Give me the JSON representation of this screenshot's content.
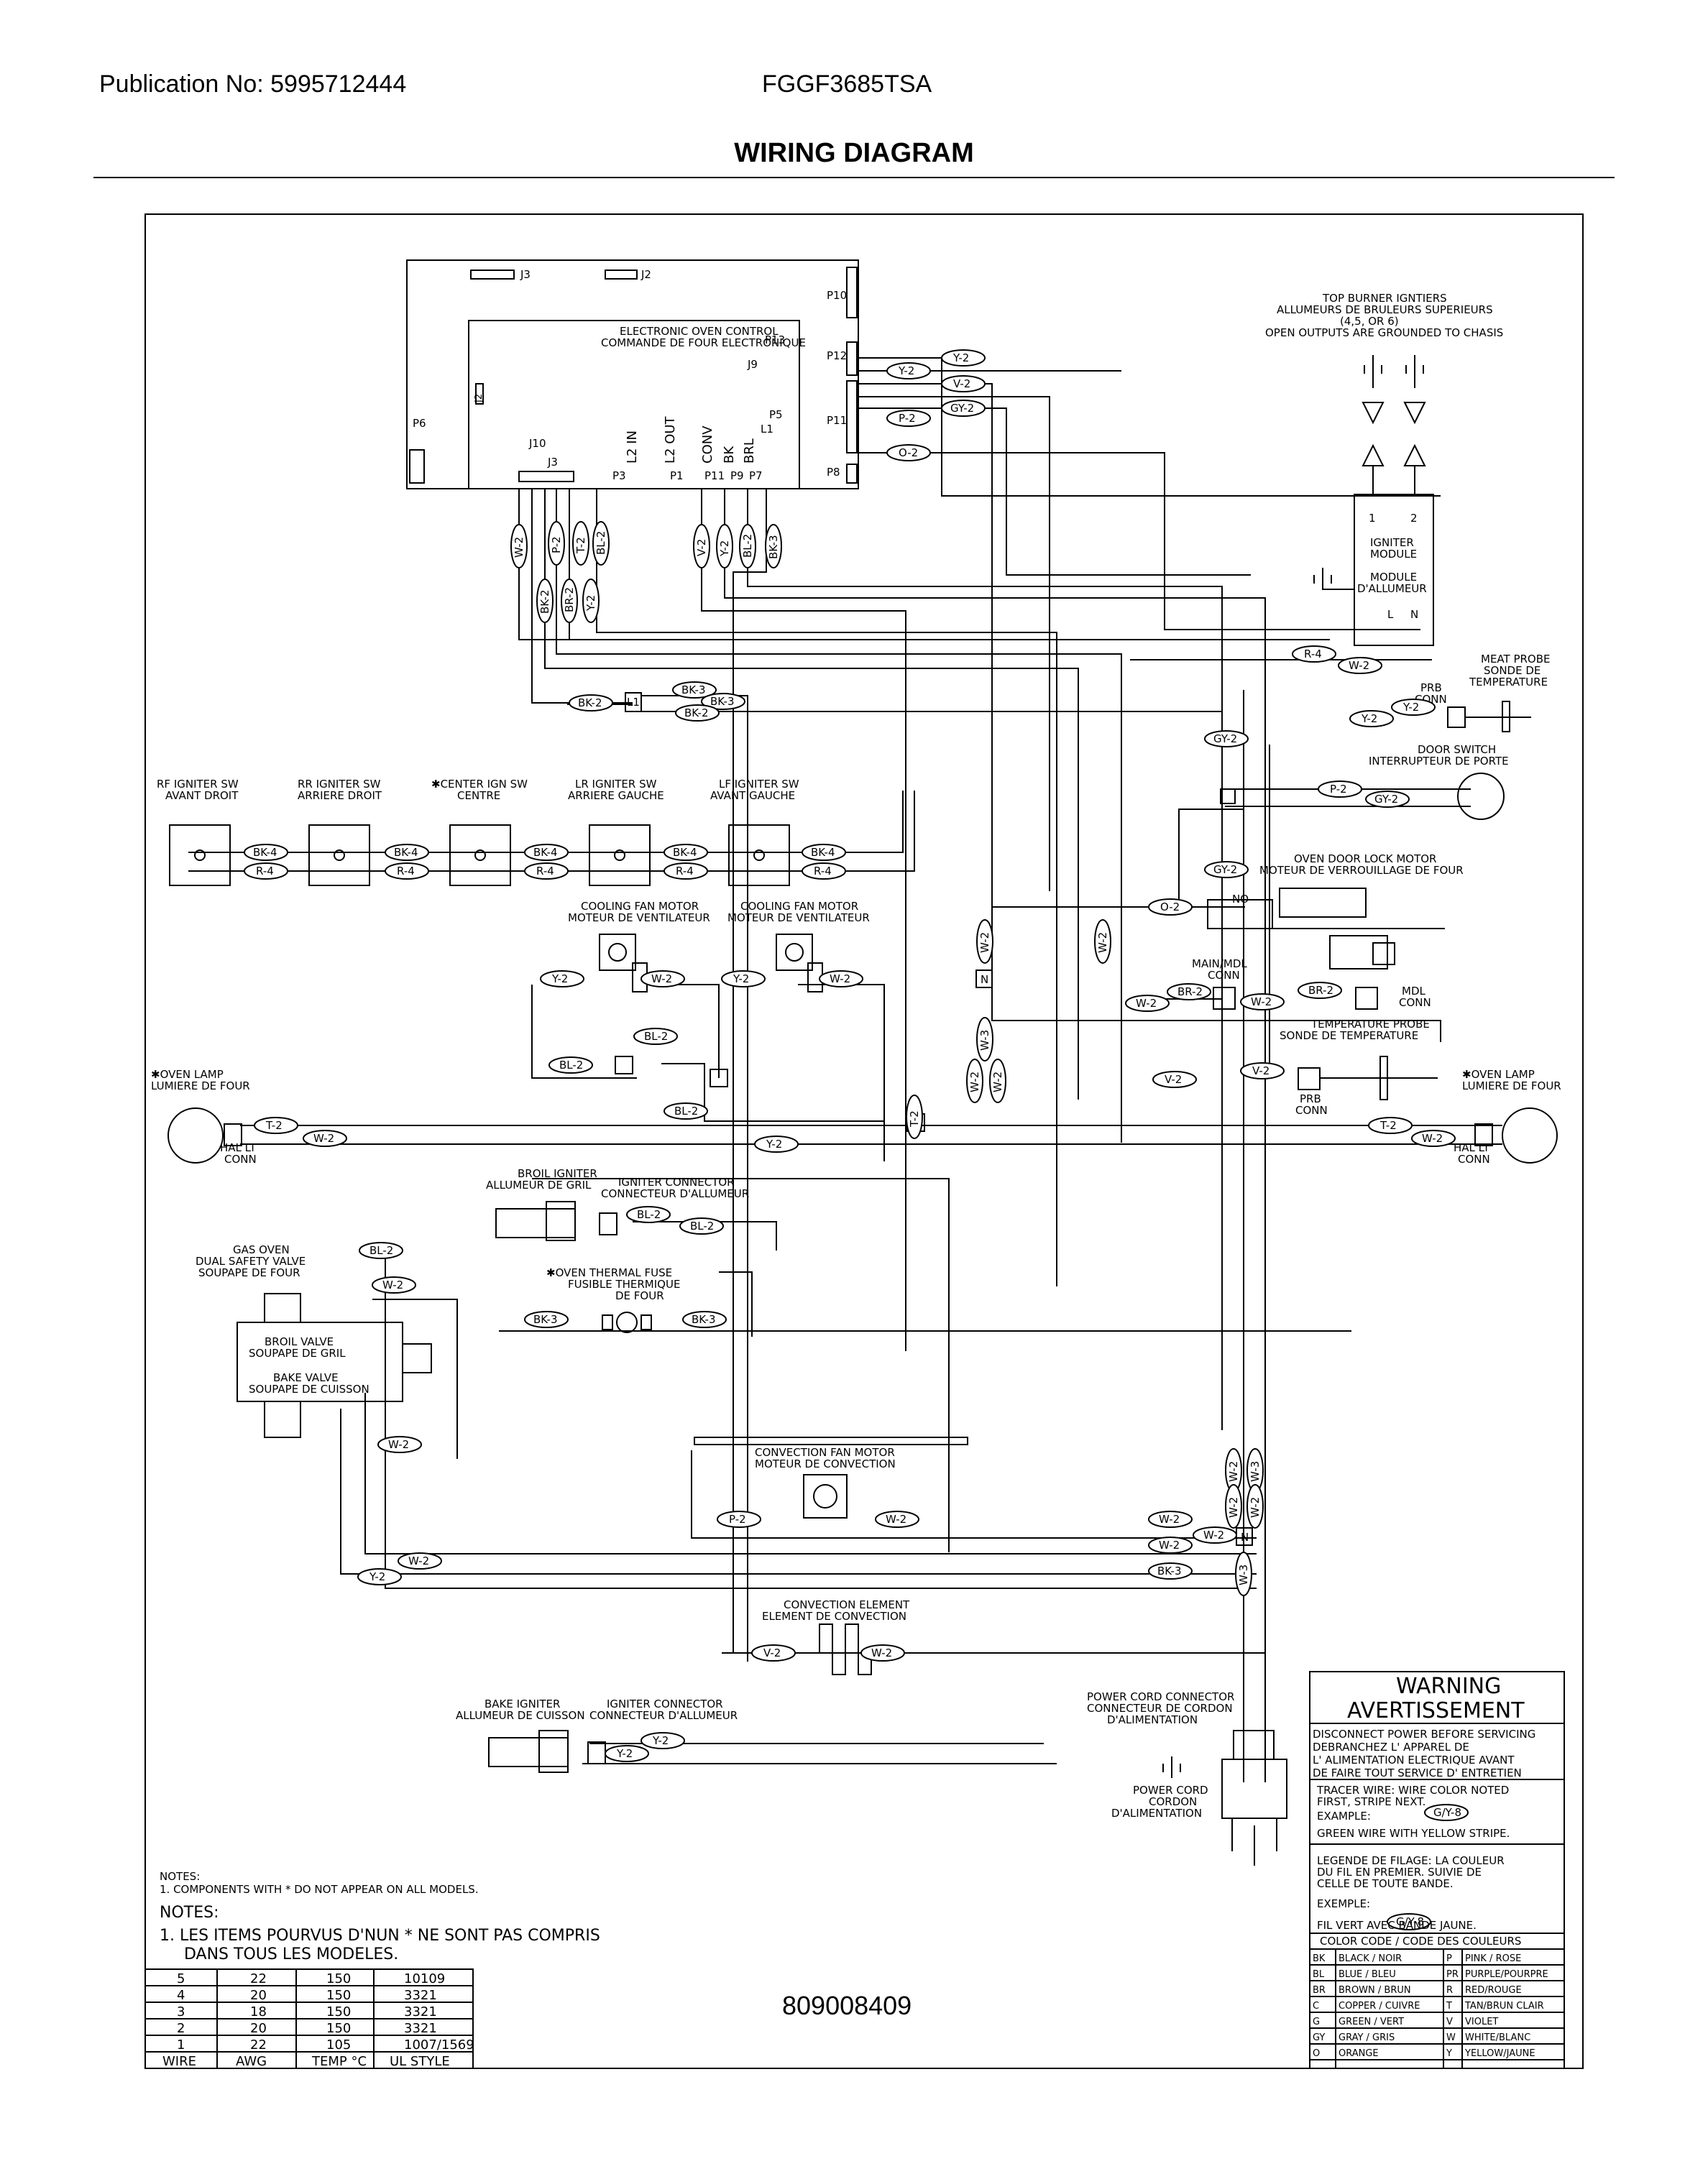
{
  "header": {
    "publication": "Publication No: 5995712444",
    "model": "FGGF3685TSA",
    "title": "WIRING DIAGRAM",
    "drawing_number": "809008409"
  },
  "control": {
    "name_en": "ELECTRONIC OVEN CONTROL",
    "name_fr": "COMMANDE DE FOUR ELECTRONIQUE",
    "j3": "J3",
    "j2": "J2",
    "j9": "J9",
    "j10": "J10",
    "j2v": "J2",
    "p10": "P10",
    "p12": "P12",
    "p11": "P11",
    "p8": "P8",
    "p13": "P13",
    "p6": "P6",
    "p5": "P5",
    "l1": "L1",
    "j3b": "J3",
    "p3": "P3",
    "p1": "P1",
    "p11b": "P11",
    "p9": "P9",
    "p7": "P7",
    "l2in": "L2 IN",
    "l2out": "L2 OUT",
    "conv": "CONV",
    "bk": "BK",
    "brl": "BRL"
  },
  "components": {
    "top_burner": [
      "TOP BURNER IGNTIERS",
      "ALLUMEURS DE BRULEURS SUPERIEURS",
      "(4,5, OR 6)",
      "OPEN OUTPUTS ARE GROUNDED TO CHASIS"
    ],
    "igniter_module": [
      "IGNITER",
      "MODULE",
      "MODULE",
      "D'ALLUMEUR"
    ],
    "igniter_module_pins": [
      "1",
      "2",
      "L",
      "N"
    ],
    "meat_probe": [
      "MEAT PROBE",
      "SONDE DE",
      "TEMPERATURE"
    ],
    "prb_conn": [
      "PRB",
      "CONN"
    ],
    "door_switch": [
      "DOOR SWITCH",
      "INTERRUPTEUR DE PORTE"
    ],
    "switches": [
      {
        "label": [
          "RF IGNITER SW",
          "AVANT DROIT"
        ]
      },
      {
        "label": [
          "RR IGNITER SW",
          "ARRIERE DROIT"
        ]
      },
      {
        "label": [
          "✱CENTER IGN SW",
          "CENTRE"
        ]
      },
      {
        "label": [
          "LR IGNITER SW",
          "ARRIERE GAUCHE"
        ]
      },
      {
        "label": [
          "LF IGNITER SW",
          "AVANT GAUCHE"
        ]
      }
    ],
    "door_lock": [
      "OVEN DOOR LOCK MOTOR",
      "MOTEUR DE VERROUILLAGE DE FOUR"
    ],
    "no": "NO",
    "cooling_fan": [
      "COOLING FAN MOTOR",
      "MOTEUR DE VENTILATEUR"
    ],
    "main_mdl": [
      "MAIN/MDL",
      "CONN"
    ],
    "mdl_conn": [
      "MDL",
      "CONN"
    ],
    "temp_probe": [
      "TEMPERATURE PROBE",
      "SONDE DE TEMPERATURE"
    ],
    "oven_lamp": [
      "✱OVEN LAMP",
      "LUMIERE DE FOUR"
    ],
    "hal_lt": [
      "HAL LT",
      "CONN"
    ],
    "broil_igniter": [
      "BROIL IGNITER",
      "ALLUMEUR DE GRIL"
    ],
    "igniter_connector": [
      "IGNITER CONNECTOR",
      "CONNECTEUR D'ALLUMEUR"
    ],
    "gas_valve": [
      "GAS OVEN",
      "DUAL SAFETY VALVE",
      "SOUPAPE DE FOUR"
    ],
    "broil_valve": [
      "BROIL VALVE",
      "SOUPAPE DE GRIL"
    ],
    "bake_valve": [
      "BAKE VALVE",
      "SOUPAPE DE CUISSON"
    ],
    "thermal_fuse": [
      "✱OVEN THERMAL FUSE",
      "FUSIBLE THERMIQUE",
      "DE FOUR"
    ],
    "conv_fan": [
      "CONVECTION FAN MOTOR",
      "MOTEUR DE CONVECTION"
    ],
    "conv_element": [
      "CONVECTION ELEMENT",
      "ELEMENT DE CONVECTION"
    ],
    "bake_igniter": [
      "BAKE IGNITER",
      "ALLUMEUR DE CUISSON"
    ],
    "power_cord_conn": [
      "POWER CORD CONNECTOR",
      "CONNECTEUR DE CORDON",
      "D'ALIMENTATION"
    ],
    "power_cord": [
      "POWER CORD",
      "CORDON",
      "D'ALIMENTATION"
    ],
    "node_n": "N",
    "l1": "L1"
  },
  "wires": {
    "y2": "Y-2",
    "gy2": "GY-2",
    "v2": "V-2",
    "p2": "P-2",
    "o2": "O-2",
    "w2": "W-2",
    "r4": "R-4",
    "bk4": "BK-4",
    "bk2": "BK-2",
    "bk3": "BK-3",
    "br2": "BR-2",
    "bl2": "BL-2",
    "t2": "T-2",
    "w3": "W-3"
  },
  "notes": {
    "en_title": "NOTES:",
    "en_1": "1.  COMPONENTS WITH * DO NOT APPEAR ON ALL MODELS.",
    "fr_title": "NOTES:",
    "fr_1": "1.  LES ITEMS POURVUS D'NUN * NE SONT PAS COMPRIS",
    "fr_2": "DANS TOUS LES MODELES."
  },
  "wire_table": {
    "headers": [
      "WIRE",
      "AWG",
      "TEMP °C",
      "UL STYLE"
    ],
    "rows": [
      [
        "5",
        "22",
        "150",
        "10109"
      ],
      [
        "4",
        "20",
        "150",
        "3321"
      ],
      [
        "3",
        "18",
        "150",
        "3321"
      ],
      [
        "2",
        "20",
        "150",
        "3321"
      ],
      [
        "1",
        "22",
        "105",
        "1007/1569"
      ]
    ]
  },
  "legend": {
    "warning": "WARNING",
    "avertissement": "AVERTISSEMENT",
    "lines": [
      "DISCONNECT POWER BEFORE SERVICING",
      "DEBRANCHEZ L' APPAREL DE",
      "L' ALIMENTATION  ELECTRIQUE  AVANT",
      "DE  FAIRE  TOUT  SERVICE  D' ENTRETIEN"
    ],
    "tracer": [
      "TRACER WIRE:   WIRE COLOR NOTED",
      "FIRST, STRIPE NEXT."
    ],
    "example": "EXAMPLE:",
    "example_tag": "G/Y-8",
    "green": "GREEN WIRE WITH YELLOW STRIPE.",
    "fr_legend": [
      "LEGENDE DE FILAGE:  LA COULEUR",
      "DU FIL  EN  PREMIER.  SUIVIE  DE",
      "CELLE  DE  TOUTE  BANDE."
    ],
    "exemple": "EXEMPLE:",
    "fil": "FIL  VERT  AVEC  BANDE  JAUNE.",
    "color_header": "COLOR CODE / CODE DES COULEURS",
    "colors": [
      [
        "BK",
        "BLACK / NOIR",
        "P",
        "PINK / ROSE"
      ],
      [
        "BL",
        "BLUE / BLEU",
        "PR",
        "PURPLE/POURPRE"
      ],
      [
        "BR",
        "BROWN / BRUN",
        "R",
        "RED/ROUGE"
      ],
      [
        "C",
        "COPPER / CUIVRE",
        "T",
        "TAN/BRUN CLAIR"
      ],
      [
        "G",
        "GREEN / VERT",
        "V",
        "VIOLET"
      ],
      [
        "GY",
        "GRAY / GRIS",
        "W",
        "WHITE/BLANC"
      ],
      [
        "O",
        "ORANGE",
        "Y",
        "YELLOW/JAUNE"
      ]
    ]
  }
}
